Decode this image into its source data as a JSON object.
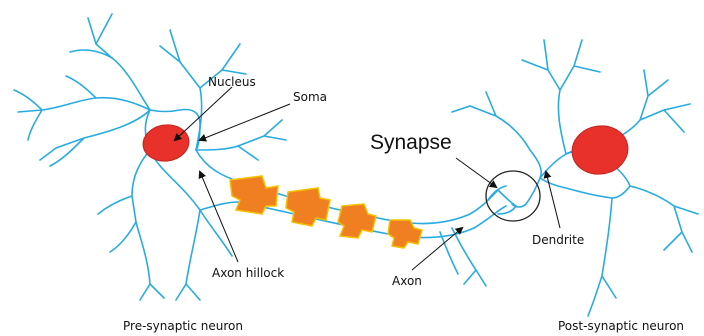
{
  "labels": {
    "nucleus": "Nucleus",
    "soma": "Soma",
    "axon_hillock": "Axon hillock",
    "synapse": "Synapse",
    "axon": "Axon",
    "dendrite": "Dendrite",
    "pre_synaptic": "Pre-synaptic neuron",
    "post_synaptic": "Post-synaptic neuron"
  },
  "colors": {
    "membrane": "#29abe2",
    "nucleus": "#e8312a",
    "myelin": "#f07f22",
    "myelin_outline": "#f5c000",
    "arrow": "#111111",
    "synapse_circle": "#222222"
  }
}
